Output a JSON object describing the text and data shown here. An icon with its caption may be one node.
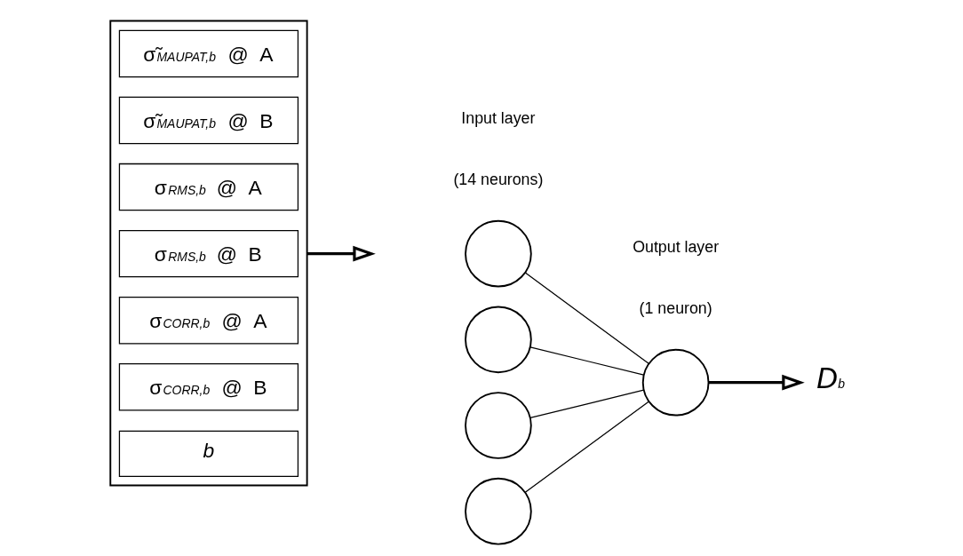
{
  "diagram": {
    "nodes": [
      {
        "text": [],
        "shape": "box"
      },
      {
        "text": [
          "σ̃$_{MAUPAT,b}$ @ A"
        ],
        "in": 0
      },
      {
        "text": [
          "σ̃$_{MAUPAT,b}$ @ B"
        ],
        "in": 0
      },
      {
        "text": [
          "σ$_{RMS,b}$ @ A"
        ],
        "in": 0
      },
      {
        "text": [
          "σ$_{RMS,b}$ @ B"
        ],
        "in": 0
      },
      {
        "text": [
          "σ$_{CORR,b}$ @ A"
        ],
        "in": 0
      },
      {
        "text": [
          "σ$_{CORR,b}$ @ B"
        ],
        "in": 0
      },
      {
        "text": [
          "b"
        ],
        "in": 0
      },
      {
        "text": [],
        "shape": "circle"
      },
      {
        "text": [],
        "shape": "circle"
      },
      {
        "text": [],
        "shape": "circle"
      },
      {
        "text": [],
        "shape": "circle"
      },
      {
        "text": [],
        "shape": "circle"
      },
      {
        "text": [
          "D$_{b}$"
        ]
      }
    ],
    "edges": [
      {
        "from": 0,
        "to": null,
        "arrow": "to",
        "style": "thick"
      },
      {
        "from": 8,
        "to": 12,
        "arrow": "none"
      },
      {
        "from": 9,
        "to": 12,
        "arrow": "none"
      },
      {
        "from": 10,
        "to": 12,
        "arrow": "none"
      },
      {
        "from": 11,
        "to": 12,
        "arrow": "none"
      },
      {
        "from": 12,
        "to": 13,
        "arrow": "to",
        "style": "thick"
      }
    ],
    "labels": [
      "Input layer",
      "Output layer",
      "(14 neurons)",
      "(1 neuron)"
    ]
  }
}
